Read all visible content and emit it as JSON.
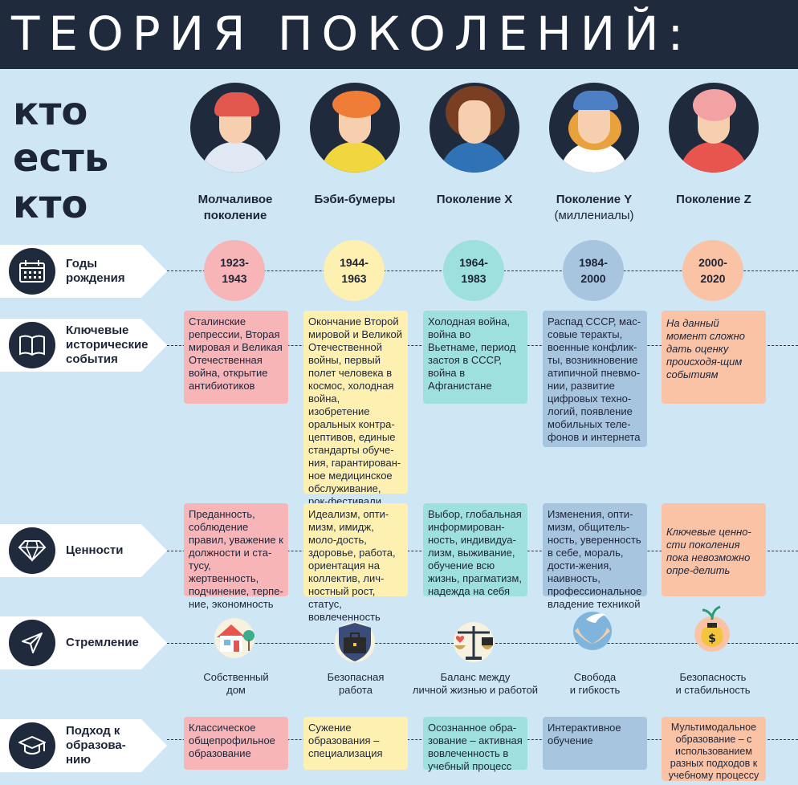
{
  "header": {
    "title": "ТЕОРИЯ ПОКОЛЕНИЙ:",
    "side_title": [
      "кто",
      "есть",
      "кто"
    ]
  },
  "generations": [
    {
      "name": "Молчаливое поколение",
      "sub": "",
      "years": "1923-\n1943",
      "color": "#f7b5b8"
    },
    {
      "name": "Бэби-бумеры",
      "sub": "",
      "years": "1944-\n1963",
      "color": "#fdf0b0"
    },
    {
      "name": "Поколение X",
      "sub": "",
      "years": "1964-\n1983",
      "color": "#9ee0de"
    },
    {
      "name": "Поколение Y",
      "sub": "(миллениалы)",
      "years": "1984-\n2000",
      "color": "#a8c5df"
    },
    {
      "name": "Поколение Z",
      "sub": "",
      "years": "2000-\n2020",
      "color": "#fbc3a6"
    }
  ],
  "rows": {
    "years": {
      "label": "Годы рождения",
      "icon": "calendar-icon"
    },
    "events": {
      "label": "Ключевые исторические события",
      "icon": "book-icon",
      "cells": [
        "Сталинские репрессии, Вторая мировая и Великая Отечественная война, открытие антибиотиков",
        "Окончание Второй мировой и Великой Отечественной войны, первый полет человека в космос, холодная война, изобретение оральных контра-цептивов, единые стандарты обуче-ния, гарантирован-ное медицинское обслуживание, рок-фестивали",
        "Холодная война, война во Вьетнаме, период застоя в СССР, война в Афганистане",
        "Распад СССР, мас-совые теракты, военные конфлик-ты, возникновение атипичной пневмо-нии, развитие цифровых техно-логий, появление мобильных теле-фонов и интернета",
        "На данный момент сложно дать оценку происходя-щим событиям"
      ]
    },
    "values": {
      "label": "Ценности",
      "icon": "diamond-icon",
      "cells": [
        "Преданность, соблюдение правил, уважение к должности и ста-тусу, жертвенность, подчинение, терпе-ние, экономность",
        "Идеализм, опти-мизм, имидж, моло-дость, здоровье, работа, ориентация на коллектив, лич-ностный рост, статус, вовлеченность",
        "Выбор, глобальная информирован-ность, индивидуа-лизм, выживание, обучение всю жизнь, прагматизм, надежда на себя",
        "Изменения, опти-мизм, общитель-ность, уверенность в себе, мораль, дости-жения, наивность, профессиональное владение техникой",
        "Ключевые ценно-сти поколения пока невозможно опре-делить"
      ]
    },
    "aspiration": {
      "label": "Стремление",
      "icon": "paper-plane-icon",
      "cells": [
        {
          "text": "Собственный\nдом",
          "icon": "house-icon"
        },
        {
          "text": "Безопасная\nработа",
          "icon": "briefcase-shield-icon"
        },
        {
          "text": "Баланс между\nличной жизнью и работой",
          "icon": "scales-icon"
        },
        {
          "text": "Свобода\nи гибкость",
          "icon": "dove-hands-icon"
        },
        {
          "text": "Безопасность\nи стабильность",
          "icon": "money-bag-icon"
        }
      ]
    },
    "education": {
      "label": "Подход к образова-нию",
      "icon": "graduation-cap-icon",
      "cells": [
        "Классическое общепрофильное образование",
        "Сужение образования – специализация",
        "Осознанное обра-зование – активная вовлеченность в учебный процесс",
        "Интерактивное обучение",
        "Мультимодальное образование – с использованием разных подходов к учебному процессу"
      ]
    }
  },
  "colors": {
    "background": "#cfe6f5",
    "navy": "#1f2a3c",
    "pink": "#f7b5b8",
    "yellow": "#fdf0b0",
    "teal": "#9ee0de",
    "blue": "#a8c5df",
    "peach": "#fbc3a6"
  }
}
